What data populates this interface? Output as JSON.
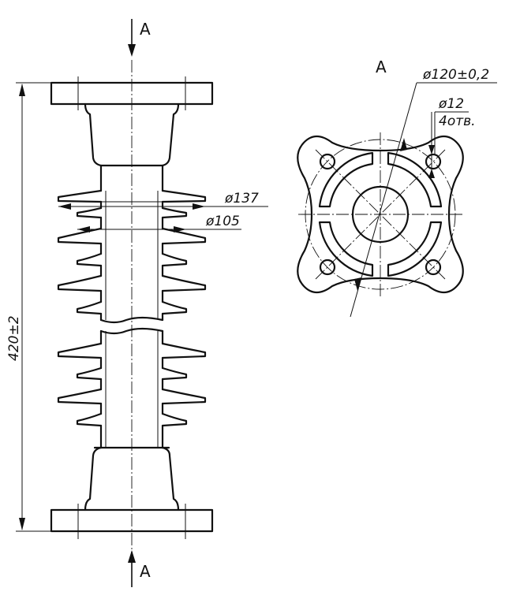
{
  "view_label": "A",
  "section_top_label": "A",
  "section_bottom_label": "A",
  "dimensions": {
    "height": "420±2",
    "shed_large": "ø137",
    "shed_small": "ø105",
    "bolt_circle": "ø120±0,2",
    "hole_dia": "ø12",
    "hole_count": "4отв."
  }
}
